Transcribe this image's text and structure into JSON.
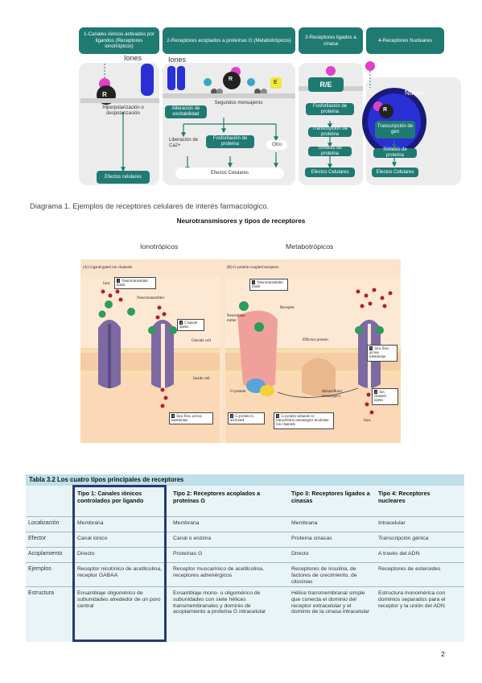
{
  "diagram1": {
    "headers": [
      "1-Canales iónicos activados por ligandos (Receptores ionotrópicos)",
      "2-Receptores acoplados a proteínas G (Metabotrópicos)",
      "3-Receptores ligados a cinasa",
      "4-Receptores Nucleares"
    ],
    "iones1": "Iones",
    "iones2": "Iones",
    "r_label": "R",
    "re_label": "R/E",
    "nucleo": "Núcleo",
    "col1_mid": "Hiperpolarización o despolarización",
    "col1_bottom": "Efectos celulares",
    "segundos": "Segundos mensajeros",
    "alteracion": "Alteración de excitabilidad",
    "liberacion": "Liberación de Ca2+",
    "fosforilacion_proteina": "Fosforilación de proteína",
    "otro": "Otro",
    "col2_bottom": "Efectos Celulares",
    "col3_fosfo": "Fosforilación de proteína",
    "col3_transc": "Transcripción de proteína",
    "col3_sintesis": "Síntesis de proteína",
    "col3_bottom": "Efectos Celulares",
    "col4_transc": "Transcripción de gen",
    "col4_sintesis": "Síntesis de proteína",
    "col4_bottom": "Efectos Celulares",
    "e_label": "E"
  },
  "caption": "Diagrama 1. Ejemplos de receptores celulares de interés farmacológico.",
  "section_title": "Neurotransmisores y tipos de receptores",
  "ionotropicos": "Ionotrópicos",
  "metabotropicos": "Metabotrópicos",
  "fig2": {
    "a_title": "(A) Ligand-gated ion channels",
    "b_title": "(B) G-protein-coupled receptors",
    "ions": "Ions",
    "nt_binds": "Neurotransmitter binds",
    "neurotransmitter": "Neurotransmitter",
    "channel_opens": "Channel opens",
    "outside_cell": "Outside cell",
    "inside_cell": "Inside cell",
    "ions_flow": "Ions flow across membrane",
    "nt_b": "Neurotrans-mitter",
    "nt_binds_b": "Neurotransmitter binds",
    "receptor": "Receptor",
    "effector": "Effector protein",
    "gprotein": "G-protein",
    "gprot_activated": "G-protein is activated",
    "gprot_subunits": "G-protein subunits or intracellular messengers modulate ion channels",
    "intracellular": "Intracellular messengers",
    "ion_flow_b": "Ions flow across membrane",
    "ion_channel_opens": "Ion channel opens",
    "ions_b": "Ions",
    "n1": "1",
    "n2": "2",
    "n3": "3",
    "n4": "4",
    "n5": "5"
  },
  "table": {
    "title": "Tabla 3.2   Los cuatro tipos principales de receptores",
    "headers": [
      "Tipo 1: Canales iónicos controlados por ligando",
      "Tipo 2: Receptores acoplados a proteínas G",
      "Tipo 3: Receptores ligados a cinasas",
      "Tipo 4: Receptores nucleares"
    ],
    "rows": [
      {
        "label": "Localización",
        "cells": [
          "Membrana",
          "Membrana",
          "Membrana",
          "Intracelular"
        ]
      },
      {
        "label": "Efector",
        "cells": [
          "Canal iónico",
          "Canal o enzima",
          "Proteína cinasas",
          "Transcripción génica"
        ]
      },
      {
        "label": "Acoplamiento",
        "cells": [
          "Directo",
          "Proteínas G",
          "Directo",
          "A través del ADN"
        ]
      },
      {
        "label": "Ejemplos",
        "cells": [
          "Receptor nicotínico de acetilcolina, receptor GABAA",
          "Receptor muscarínico de acetilcolina, receptores adrenérgicos",
          "Receptores de insulina, de factores de crecimiento, de citocinas",
          "Receptores de esteroides"
        ]
      },
      {
        "label": "Estructura",
        "cells": [
          "Ensamblaje oligomérico de subunidades alrededor de un poro central",
          "Ensamblaje mono- u oligomérico de subunidades con siete hélices transmembranales y dominio de acoplamiento a proteína G intracelular",
          "Hélice transmembranal simple que conecta el dominio del receptor extracelular y el dominio de la cinasa intracelular",
          "Estructura monomérica con dominios separados para el receptor y la unión del ADN"
        ]
      }
    ]
  },
  "page_number": "2",
  "colors": {
    "teal": "#1f7a72",
    "peach": "#fbe4cc",
    "table_bg": "#e9f4f7",
    "highlight": "#243a7a"
  }
}
